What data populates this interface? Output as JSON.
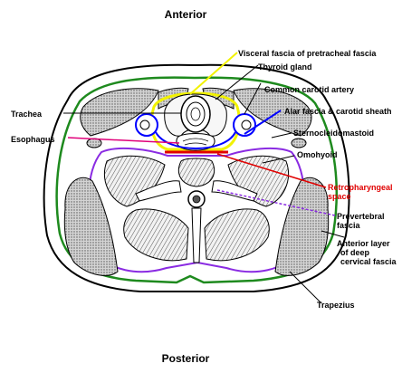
{
  "orientation": {
    "top": "Anterior",
    "bottom": "Posterior"
  },
  "labels": {
    "visceral_fascia": "Visceral fascia of pretracheal fascia",
    "thyroid": "Thyroid gland",
    "carotid": "Common carotid artery",
    "trachea": "Trachea",
    "alar": "Alar fascia & carotid sheath",
    "esophagus": "Esophagus",
    "scm": "Sternocleidomastoid",
    "omohyoid": "Omohyoid",
    "retro_1": "Retropharyngeal",
    "retro_2": "space",
    "prevert_1": "Prevertebral",
    "prevert_2": "fascia",
    "anterior_1": "Anterior layer",
    "anterior_2": "of deep",
    "anterior_3": "cervical fascia",
    "trapezius": "Trapezius"
  },
  "colors": {
    "visceral_fascia": "#f2f200",
    "alar_fascia": "#0000ff",
    "retropharyngeal": "#e00000",
    "prevertebral": "#8a2be2",
    "investing_fascia": "#1e8a1e",
    "muscle_fill": "#c8c8c8",
    "outline": "#000000"
  }
}
